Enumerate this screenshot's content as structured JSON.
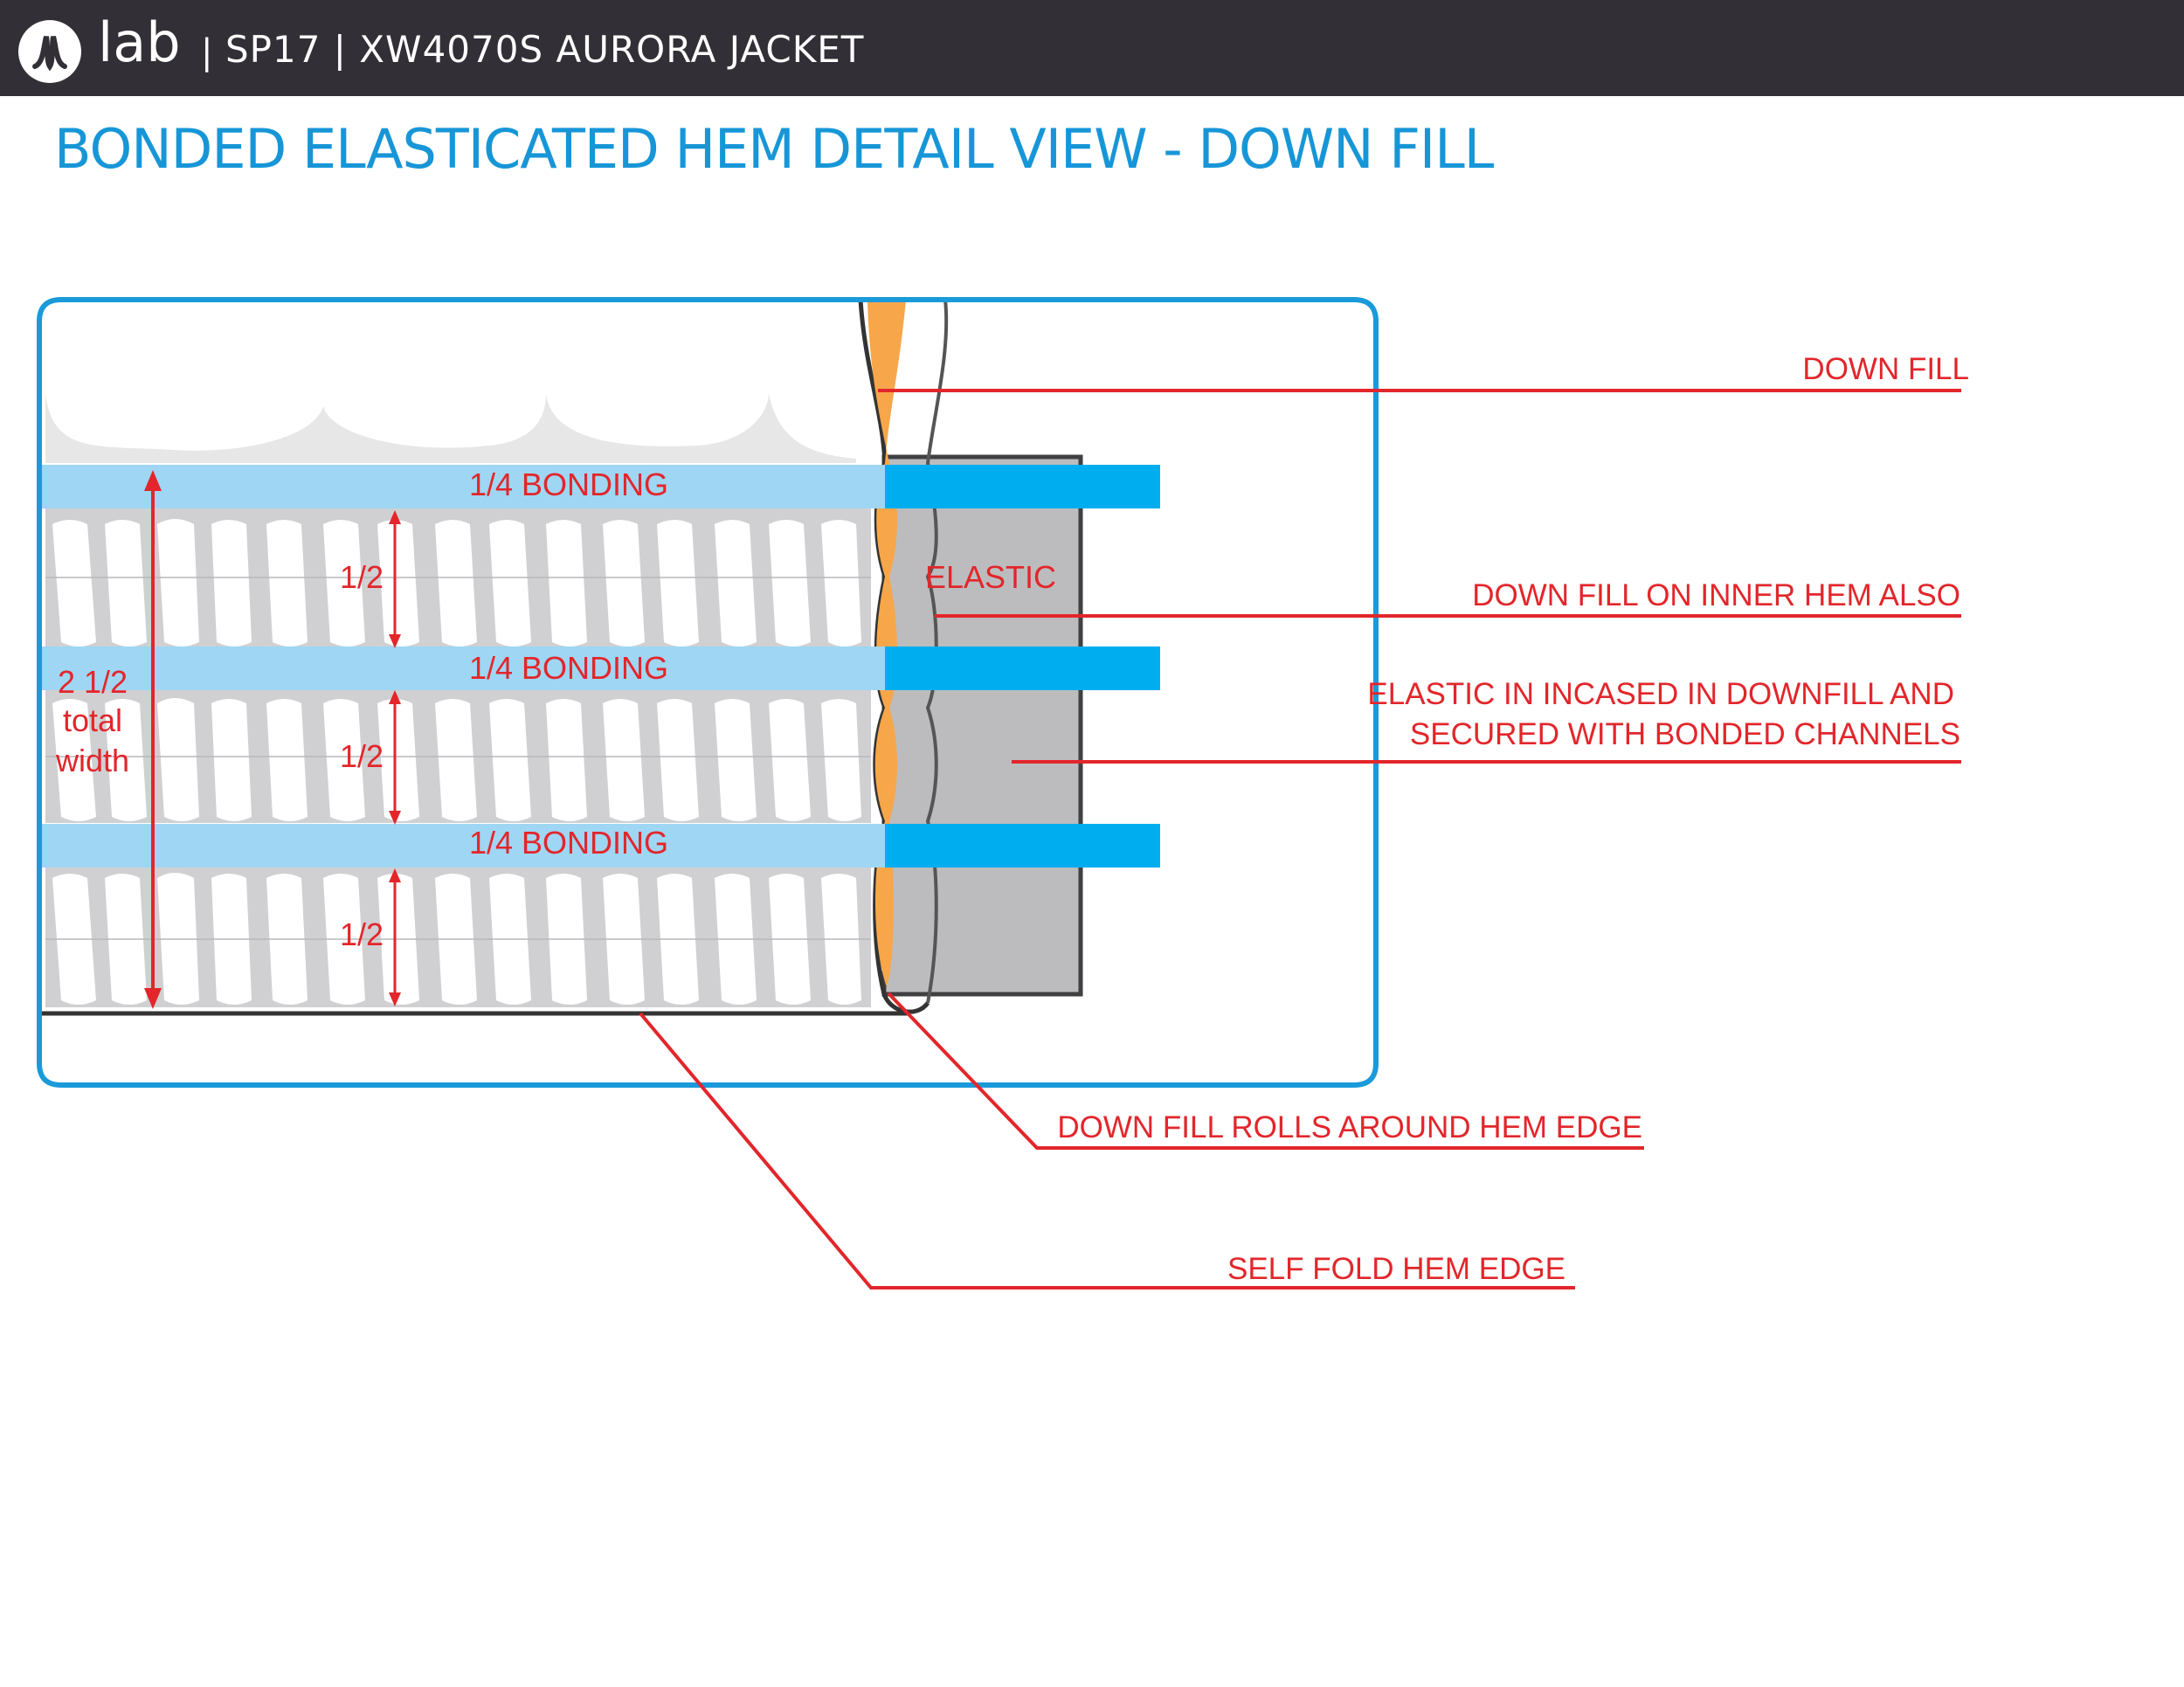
{
  "header": {
    "brand": "lab",
    "separator": "|",
    "product": "SP17 | XW4070S AURORA JACKET"
  },
  "title": "BONDED ELASTICATED HEM DETAIL VIEW - DOWN FILL",
  "diagram": {
    "bonding_label": "1/4 BONDING",
    "channel_label": "1/2",
    "width_label_line1": "2 1/2",
    "width_label_line2": "total",
    "width_label_line3": "width",
    "elastic_label": "ELASTIC"
  },
  "callouts": {
    "down_fill": "DOWN FILL",
    "down_fill_inner": "DOWN FILL ON INNER HEM ALSO",
    "elastic_incased_line1": "ELASTIC IN INCASED IN DOWNFILL AND",
    "elastic_incased_line2": "SECURED WITH BONDED CHANNELS",
    "rolls_around": "DOWN FILL ROLLS AROUND HEM EDGE",
    "self_fold": "SELF FOLD HEM EDGE"
  },
  "colors": {
    "header_bg": "#323036",
    "title_blue": "#1796d7",
    "frame_blue": "#1a9ad9",
    "bonding_light": "#9fd6f3",
    "bonding_dark": "#00aeef",
    "callout_red": "#e2262b",
    "down_orange": "#f7a64a",
    "elastic_gray": "#bcbcbe"
  }
}
